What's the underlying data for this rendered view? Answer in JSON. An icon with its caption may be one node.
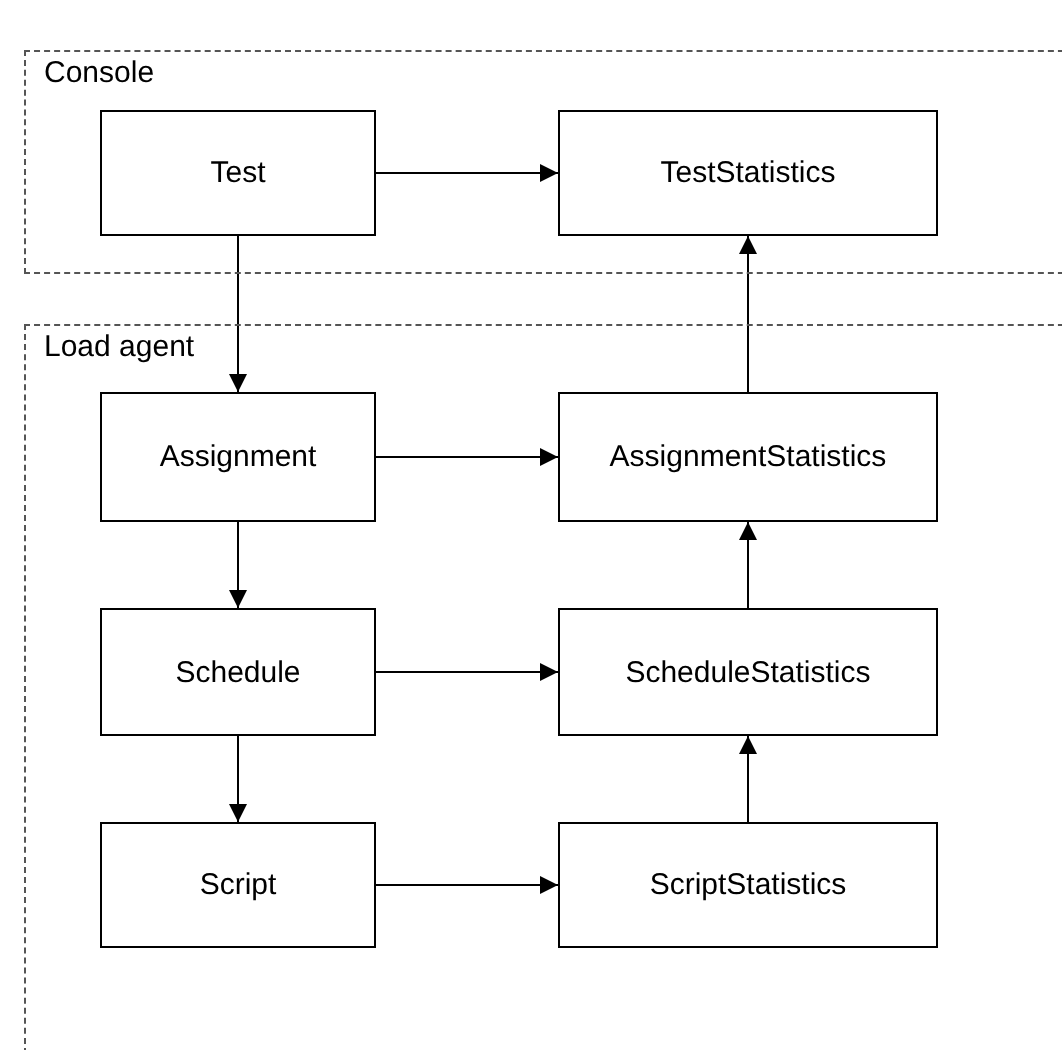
{
  "diagram": {
    "nodes": [
      {
        "text": [
          "Console"
        ]
      },
      {
        "text": [
          "Test"
        ],
        "in": 0
      },
      {
        "text": [
          "TestStatistics"
        ],
        "in": 0
      },
      {
        "text": [
          "Load agent"
        ]
      },
      {
        "text": [
          "Assignment"
        ],
        "in": 3
      },
      {
        "text": [
          "AssignmentStatistics"
        ],
        "in": 3
      },
      {
        "text": [
          "Schedule"
        ],
        "in": 3
      },
      {
        "text": [
          "ScheduleStatistics"
        ],
        "in": 3
      },
      {
        "text": [
          "Script"
        ],
        "in": 3
      },
      {
        "text": [
          "ScriptStatistics"
        ],
        "in": 3
      }
    ],
    "edges": [
      {
        "from": 1,
        "to": 2,
        "arrow": "to"
      },
      {
        "from": 1,
        "to": 4,
        "arrow": "to"
      },
      {
        "from": 4,
        "to": 5,
        "arrow": "to"
      },
      {
        "from": 4,
        "to": 6,
        "arrow": "to"
      },
      {
        "from": 6,
        "to": 7,
        "arrow": "to"
      },
      {
        "from": 6,
        "to": 8,
        "arrow": "to"
      },
      {
        "from": 8,
        "to": 9,
        "arrow": "to"
      },
      {
        "from": 9,
        "to": 7,
        "arrow": "to"
      },
      {
        "from": 7,
        "to": 5,
        "arrow": "to"
      },
      {
        "from": 5,
        "to": 2,
        "arrow": "to"
      }
    ]
  }
}
